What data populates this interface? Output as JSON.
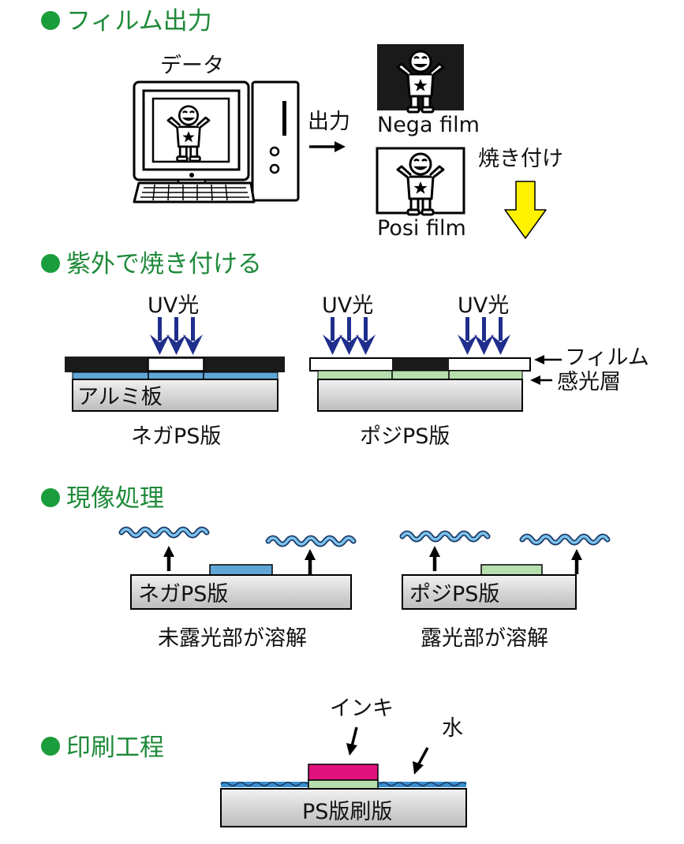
{
  "sections": {
    "film_output": {
      "heading": "フィルム出力"
    },
    "uv_exposure": {
      "heading": "紫外で焼き付ける"
    },
    "development": {
      "heading": "現像処理"
    },
    "printing": {
      "heading": "印刷工程"
    }
  },
  "film_output": {
    "data_label": "データ",
    "output_label": "出力",
    "nega_label": "Nega film",
    "posi_label": "Posi film",
    "burn_label": "焼き付け"
  },
  "uv_exposure": {
    "uv_label_1": "UV光",
    "uv_label_2": "UV光",
    "uv_label_3": "UV光",
    "aluminum_label": "アルミ板",
    "film_label": "フィルム",
    "photosensitive_label": "感光層",
    "nega_plate_caption": "ネガPS版",
    "posi_plate_caption": "ポジPS版"
  },
  "development": {
    "nega_plate_label": "ネガPS版",
    "posi_plate_label": "ポジPS版",
    "nega_caption": "未露光部が溶解",
    "posi_caption": "露光部が溶解"
  },
  "printing": {
    "ink_label": "インキ",
    "water_label": "水",
    "plate_label": "PS版刷版"
  },
  "colors": {
    "heading_green": "#1f8a3a",
    "bullet_green": "#1a9d3c",
    "uv_arrow": "#1f2e8c",
    "nega_layer_blue": "#5fa6d6",
    "posi_layer_green": "#b7dfae",
    "ink_magenta": "#e0137e",
    "water_blue": "#3a8fcf",
    "burn_arrow_yellow": "#fff200",
    "plate_gray": "#d4d4d4",
    "film_black": "#1a1a1a"
  },
  "icons": {
    "computer": "desktop-computer-icon",
    "character": "smiling-character-icon",
    "burn_arrow": "down-arrow-icon",
    "uv_arrows": "down-arrows-icon"
  }
}
